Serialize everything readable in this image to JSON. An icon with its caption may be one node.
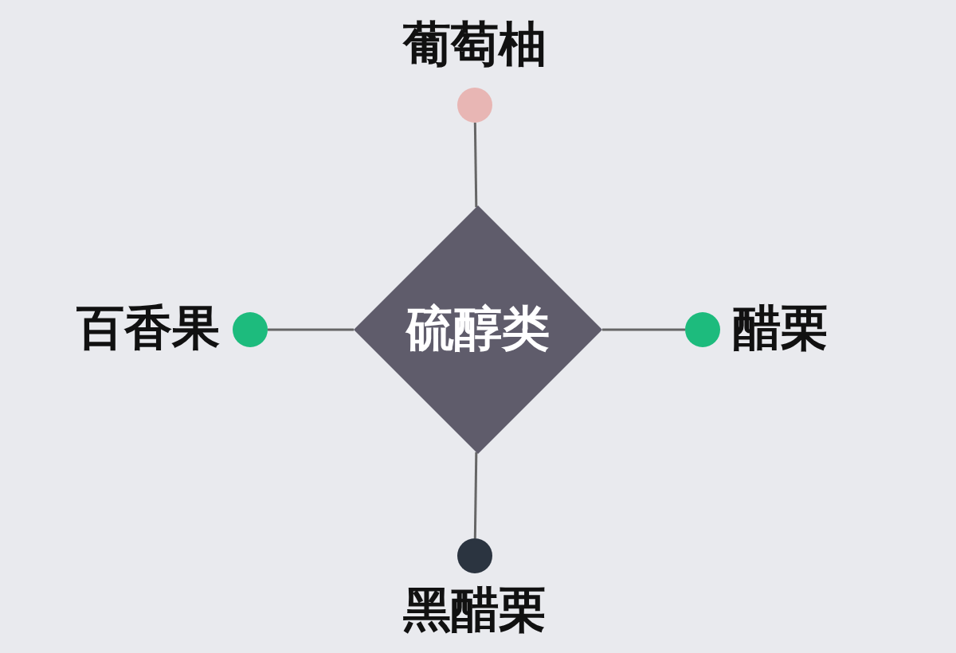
{
  "diagram": {
    "nodes": [
      {
        "text": [
          "硫醇类"
        ]
      },
      {
        "text": [],
        "shape": "circle",
        "beside": [
          "葡萄柚"
        ]
      },
      {
        "text": [],
        "shape": "circle",
        "beside": [
          "百香果"
        ]
      },
      {
        "text": [],
        "shape": "circle",
        "beside": [
          "醋栗"
        ]
      },
      {
        "text": [],
        "shape": "circle",
        "beside": [
          "黑醋栗"
        ]
      }
    ],
    "edges": [
      {
        "from": 0,
        "to": 1,
        "arrow": "none"
      },
      {
        "from": 0,
        "to": 2,
        "arrow": "none"
      },
      {
        "from": 0,
        "to": 3,
        "arrow": "none"
      },
      {
        "from": 0,
        "to": 4,
        "arrow": "none"
      }
    ]
  }
}
